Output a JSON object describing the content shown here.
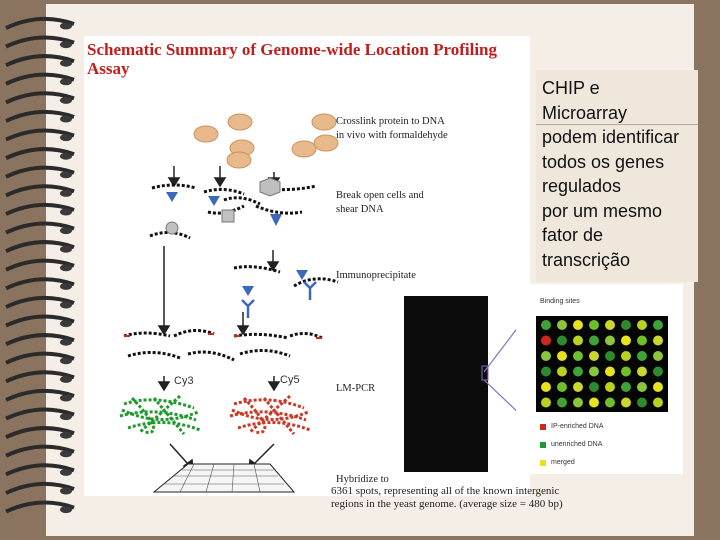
{
  "figure": {
    "title": "Schematic Summary of Genome-wide Location Profiling Assay",
    "steps": {
      "crosslink_line1": "Crosslink protein to DNA",
      "crosslink_line2": "in vivo with formaldehyde",
      "break_line1": "Break open cells and",
      "break_line2": "shear DNA",
      "immuno": "Immunoprecipitate",
      "lmpcr": "LM-PCR",
      "hybridize": "Hybridize to"
    },
    "dyes": {
      "left": "Cy3",
      "right": "Cy5"
    },
    "spots_caption": {
      "line1": "6361 spots, representing all of the known intergenic",
      "line2": "regions in the yeast genome. (average size = 480 bp)"
    }
  },
  "inset": {
    "title": "Binding sites",
    "legend": [
      {
        "label": "IP-enriched DNA",
        "color": "#d0271d"
      },
      {
        "label": "unenriched DNA",
        "color": "#1f9a2e"
      },
      {
        "label": "merged",
        "color": "#e6e21b"
      }
    ]
  },
  "caption": {
    "text": "CHIP e\nMicroarray\npodem identificar\ntodos os genes\nregulados\npor um mesmo\nfator de\ntranscrição"
  },
  "colors": {
    "title_red": "#c21d1d",
    "background_brown": "#8a7460",
    "page_cream": "#f4eee6"
  }
}
